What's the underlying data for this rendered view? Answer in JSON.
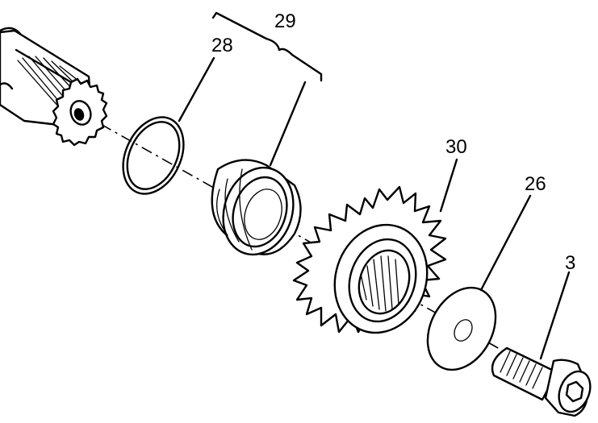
{
  "callouts": {
    "shaft_group": "29",
    "o_ring": "28",
    "sprocket": "30",
    "washer": "26",
    "bolt": "3"
  }
}
